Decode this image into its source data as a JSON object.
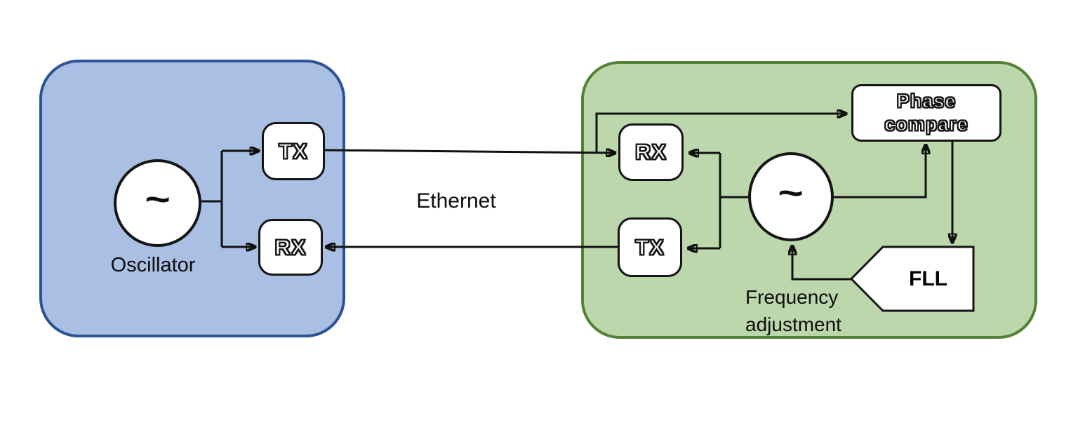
{
  "diagram": {
    "title_hint": "Clock synchronization over Ethernet block diagram",
    "left_device": {
      "oscillator_symbol": "~",
      "oscillator_label": "Oscillator",
      "tx_label": "TX",
      "rx_label": "RX"
    },
    "link": {
      "label": "Ethernet"
    },
    "right_device": {
      "rx_label": "RX",
      "tx_label": "TX",
      "oscillator_symbol": "~",
      "phase_compare": {
        "line1": "Phase",
        "line2": "compare"
      },
      "fll_label": "FLL",
      "frequency_adjustment": {
        "line1": "Frequency",
        "line2": "adjustment"
      }
    },
    "colors": {
      "left_fill": "#a9bfe3",
      "left_border": "#2e5395",
      "right_fill": "#bdd7ac",
      "right_border": "#538135",
      "line": "#111111",
      "node_fill": "#ffffff",
      "node_border": "#151515"
    }
  }
}
